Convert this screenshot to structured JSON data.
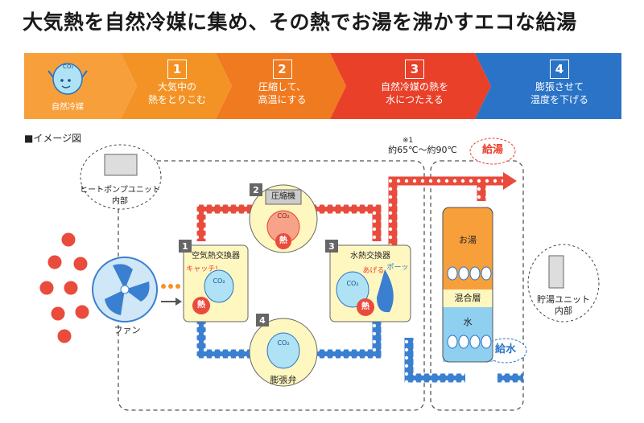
{
  "title": "大気熱を自然冷媒に集め、その熱でお湯を沸かすエコな給湯",
  "band": {
    "co2_badge": "CO₂",
    "co2_caption": "自然冷媒",
    "steps": [
      {
        "num": "1",
        "line1": "大気中の",
        "line2": "熱をとりこむ"
      },
      {
        "num": "2",
        "line1": "圧縮して、",
        "line2": "高温にする"
      },
      {
        "num": "3",
        "line1": "自然冷媒の熱を",
        "line2": "水につたえる"
      },
      {
        "num": "4",
        "line1": "膨張させて",
        "line2": "温度を下げる"
      }
    ],
    "colors": {
      "orange": "#f39325",
      "orange_mid": "#f07a20",
      "red": "#e9402a",
      "blue": "#2a73c6"
    }
  },
  "image_label": "■イメージ図",
  "diagram": {
    "heat_pump_unit": "ヒートポンプユニット\n内部",
    "fan": "ファン",
    "heat_glyph": "熱",
    "co2": "CO₂",
    "components": {
      "air_hx": {
        "num": "1",
        "label": "空気熱交換器",
        "catch": "キャッチ!"
      },
      "compressor": {
        "num": "2",
        "label": "圧縮機"
      },
      "water_hx": {
        "num": "3",
        "label": "水熱交換器",
        "give": "あげる",
        "sound": "ポーッ"
      },
      "valve": {
        "num": "4",
        "label": "膨張弁"
      }
    },
    "temp_note": {
      "mark": "※1",
      "text": "約65℃～約90℃"
    },
    "hot_supply": "給湯",
    "water_supply": "給水",
    "tank": {
      "hot": "お湯",
      "mixed": "混合層",
      "water": "水"
    },
    "storage_unit": "貯湯ユニット\n内部"
  }
}
